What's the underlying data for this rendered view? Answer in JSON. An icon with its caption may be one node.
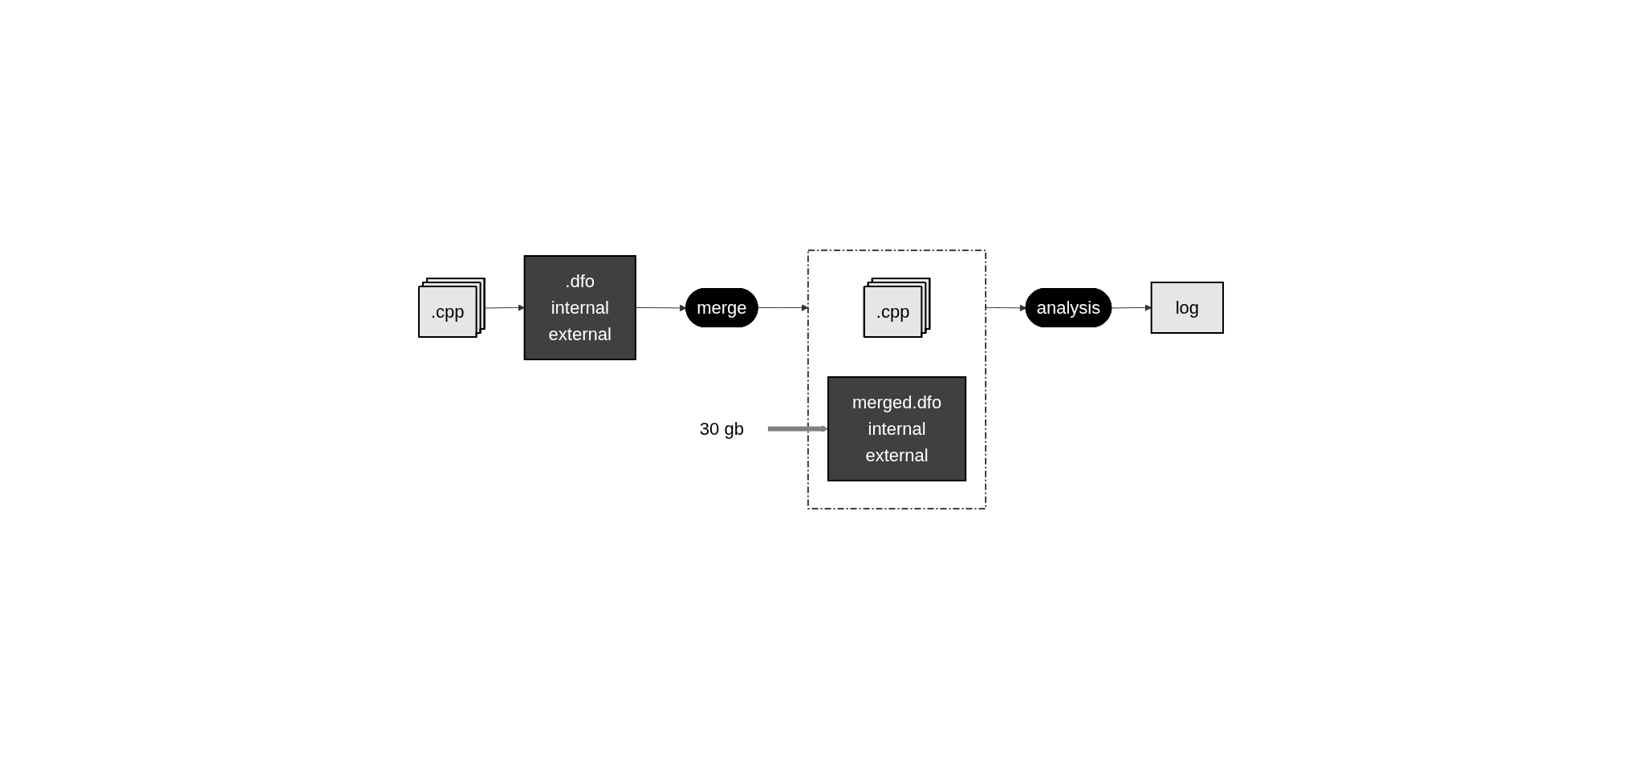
{
  "diagram": {
    "nodes": [
      {
        "text": [
          ".cpp"
        ]
      },
      {
        "text": [
          ".dfo",
          "internal",
          "external"
        ]
      },
      {
        "text": [
          "merge"
        ]
      },
      {
        "text": [],
        "shape": "box"
      },
      {
        "text": [
          ".cpp"
        ],
        "in": 3
      },
      {
        "text": [
          "merged.dfo",
          "internal",
          "external"
        ],
        "in": 3
      },
      {
        "text": [
          "analysis"
        ]
      },
      {
        "text": [
          "log"
        ]
      },
      {
        "text": [
          "30 gb"
        ]
      }
    ],
    "edges": [
      {
        "from": 0,
        "to": 1,
        "arrow": "to"
      },
      {
        "from": 1,
        "to": 2,
        "arrow": "to"
      },
      {
        "from": 2,
        "to": 3,
        "arrow": "to"
      },
      {
        "from": 3,
        "to": 6,
        "arrow": "to"
      },
      {
        "from": 6,
        "to": 7,
        "arrow": "to"
      },
      {
        "from": 8,
        "to": 5,
        "arrow": "to",
        "style": "thick",
        "color": "#808080"
      }
    ]
  }
}
